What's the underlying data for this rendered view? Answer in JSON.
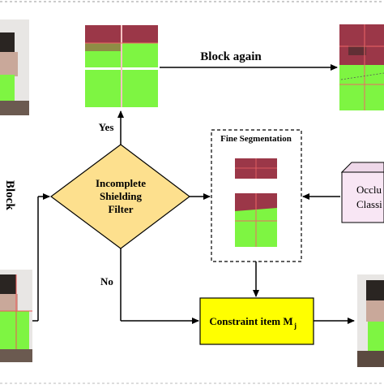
{
  "labels": {
    "block_again": "Block again",
    "yes": "Yes",
    "no": "No",
    "fine_segmentation": "Fine Segmentation",
    "side_label": "Block",
    "occlusion_line1": "Occlu",
    "occlusion_line2": "Classi"
  },
  "filter_box": {
    "line1": "Incomplete",
    "line2": "Shielding",
    "line3": "Filter"
  },
  "constraint_box": {
    "text": "Constraint item M",
    "subscript": "j"
  },
  "colors": {
    "diamond_fill": "#fde08e",
    "constraint_fill": "#ffff00",
    "occlusion_fill": "#f8e6f4",
    "mask_green": "#7ef542",
    "face_top": "#9b3748",
    "arrow": "#000000"
  }
}
